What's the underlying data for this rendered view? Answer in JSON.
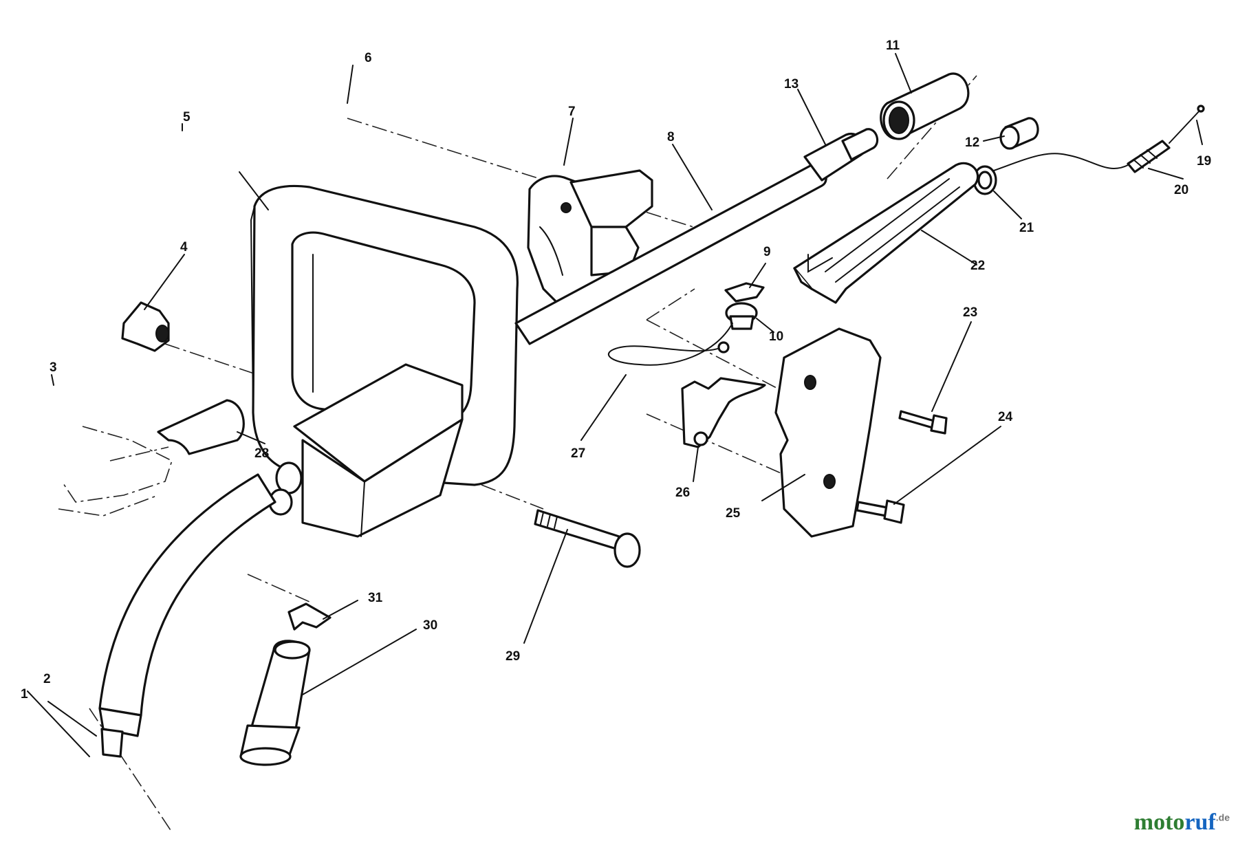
{
  "diagram": {
    "callouts": [
      "1",
      "2",
      "3",
      "4",
      "5",
      "6",
      "7",
      "8",
      "9",
      "10",
      "11",
      "12",
      "13",
      "19",
      "20",
      "21",
      "22",
      "23",
      "24",
      "25",
      "26",
      "27",
      "28",
      "29",
      "30",
      "31"
    ]
  },
  "watermark": {
    "part1": "moto",
    "part2": "ruf",
    "part3": ".de"
  },
  "colors": {
    "ink": "#111111",
    "paper": "#ffffff",
    "brand_green": "#2e7d32",
    "brand_blue": "#1565c0"
  }
}
